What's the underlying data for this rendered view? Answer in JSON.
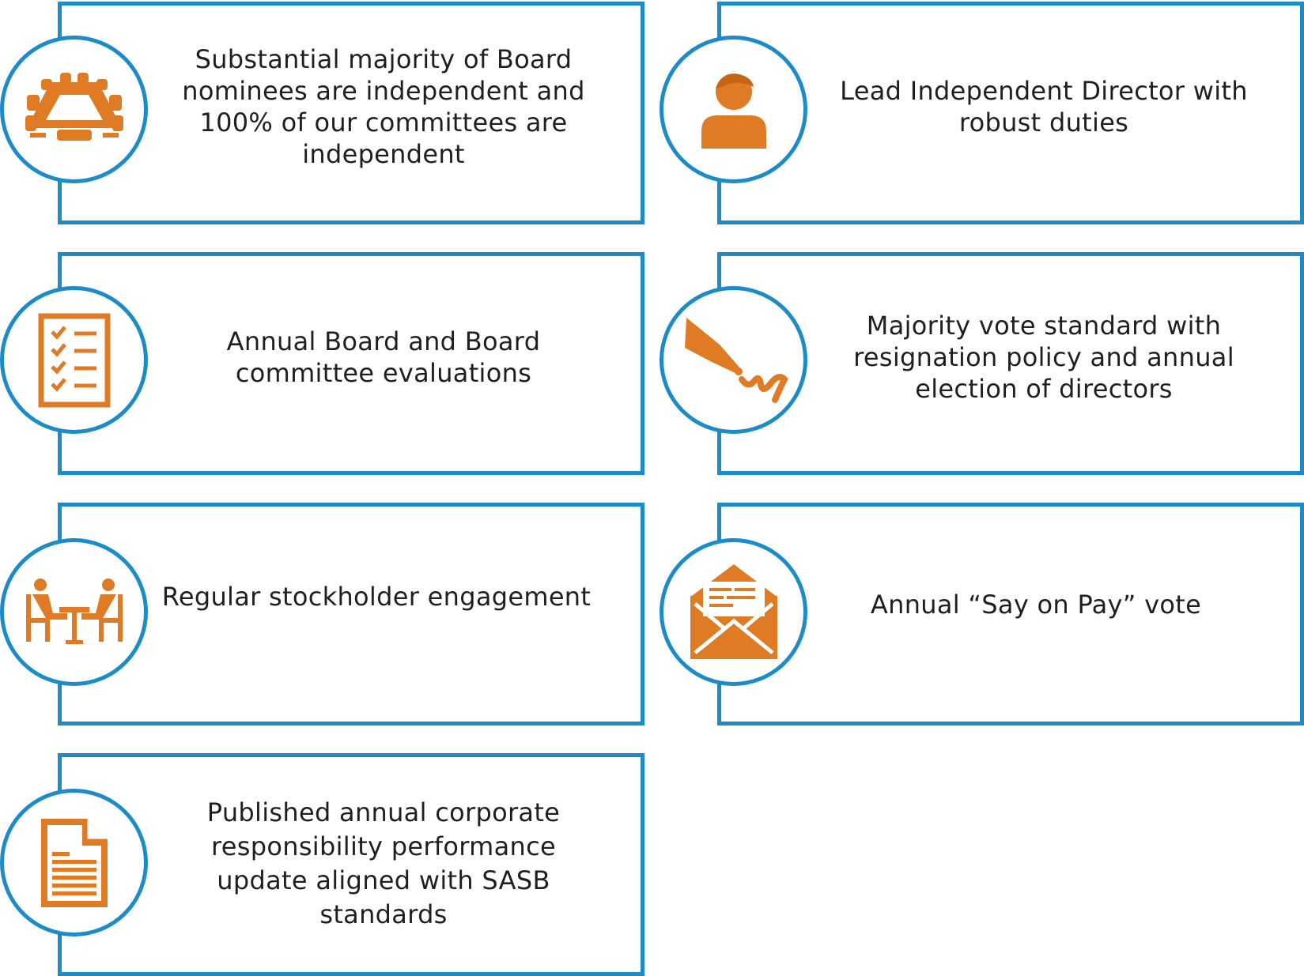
{
  "colors": {
    "border": "#1b8cc7",
    "icon": "#e07b25",
    "text": "#1f1f1f"
  },
  "items": [
    {
      "icon": "boardroom-table-icon",
      "text": "Substantial majority of Board nominees are independent and 100% of our committees are independent"
    },
    {
      "icon": "person-icon",
      "text": "Lead Independent Director with robust duties"
    },
    {
      "icon": "checklist-icon",
      "text": "Annual Board and Board committee evaluations"
    },
    {
      "icon": "pen-signature-icon",
      "text": "Majority vote standard with resignation policy and annual election of directors"
    },
    {
      "icon": "meeting-table-icon",
      "text": "Regular stockholder engagement"
    },
    {
      "icon": "envelope-letter-icon",
      "text": "Annual “Say on Pay” vote"
    },
    {
      "icon": "document-icon",
      "text": "Published annual corporate responsibility performance update aligned with SASB standards"
    }
  ]
}
